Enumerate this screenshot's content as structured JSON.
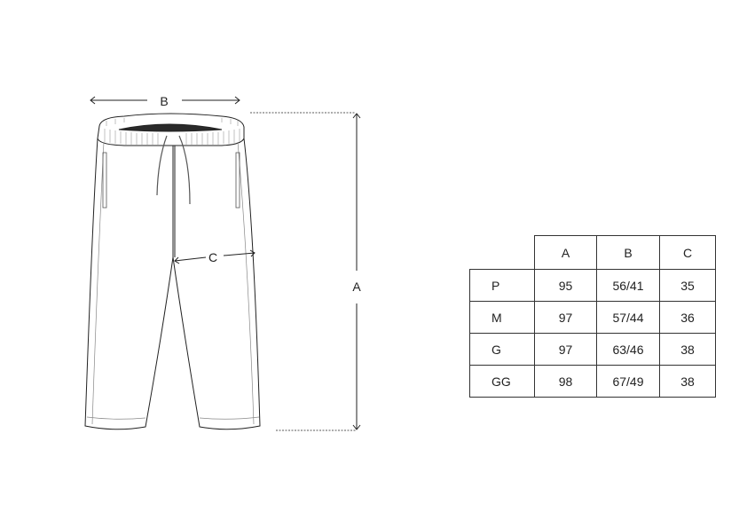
{
  "diagram": {
    "type": "pants size guide",
    "labels": {
      "width_waist": "B",
      "length": "A",
      "thigh": "C"
    }
  },
  "size_table": {
    "columns": [
      "A",
      "B",
      "C"
    ],
    "rows": [
      {
        "size": "P",
        "A": "95",
        "B": "56/41",
        "C": "35"
      },
      {
        "size": "M",
        "A": "97",
        "B": "57/44",
        "C": "36"
      },
      {
        "size": "G",
        "A": "97",
        "B": "63/46",
        "C": "38"
      },
      {
        "size": "GG",
        "A": "98",
        "B": "67/49",
        "C": "38"
      }
    ]
  },
  "colors": {
    "line": "#222222",
    "waist_inner": "#2a2a2a",
    "background": "#ffffff"
  }
}
